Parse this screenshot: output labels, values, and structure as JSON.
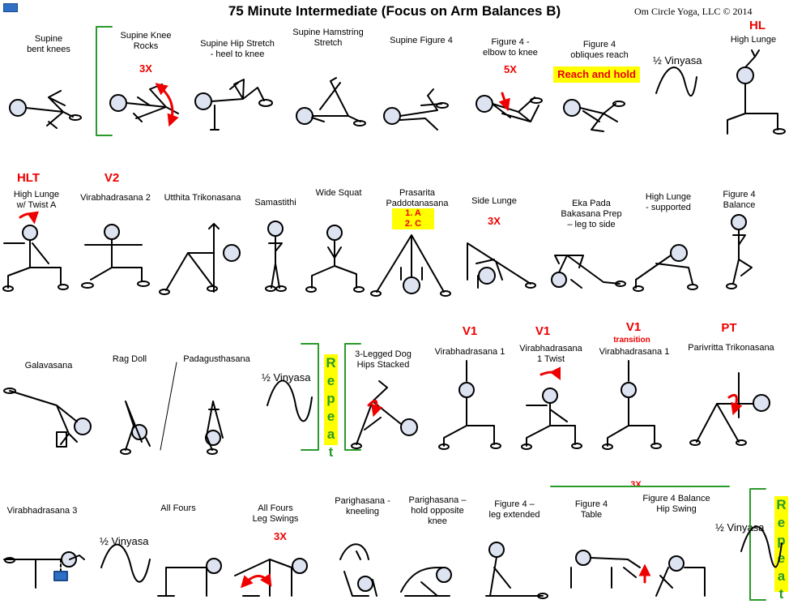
{
  "title": "75 Minute Intermediate (Focus on Arm Balances B)",
  "credit": "Om Circle Yoga, LLC © 2014",
  "row1": {
    "p1": "Supine\nbent knees",
    "p2": "Supine Knee\nRocks",
    "p2_count": "3X",
    "p3": "Supine Hip Stretch\n- heel to knee",
    "p4": "Supine Hamstring\nStretch",
    "p5": "Supine Figure 4",
    "p6": "Figure 4 -\nelbow to knee",
    "p6_count": "5X",
    "p7": "Figure 4\nobliques reach",
    "p7_note": "Reach and hold",
    "p8": "½ Vinyasa",
    "p9_code": "HL",
    "p9": "High Lunge"
  },
  "row2": {
    "p1_code": "HLT",
    "p1": "High Lunge\nw/ Twist A",
    "p2_code": "V2",
    "p2": "Virabhadrasana 2",
    "p3": "Utthita Trikonasana",
    "p4": "Samastithi",
    "p5": "Wide Squat",
    "p6": "Prasarita\nPaddotanasana",
    "p6_note": "1. A\n2. C",
    "p7": "Side Lunge",
    "p7_count": "3X",
    "p8": "Eka Pada\nBakasana Prep\n– leg to side",
    "p9": "High Lunge\n- supported",
    "p10": "Figure 4\nBalance"
  },
  "row3": {
    "p1": "Galavasana",
    "p2": "Rag Doll",
    "p3": "Padagusthasana",
    "p4": "½ Vinyasa",
    "repeat": "Repeat",
    "p5": "3-Legged Dog\nHips Stacked",
    "p6_code": "V1",
    "p6": "Virabhadrasana 1",
    "p7_code": "V1",
    "p7": "Virabhadrasana\n1 Twist",
    "p8_code": "V1",
    "p8_sub": "transition",
    "p8": "Virabhadrasana 1",
    "p9_code": "PT",
    "p9": "Parivritta Trikonasana"
  },
  "row4": {
    "p1": "Virabhadrasana 3",
    "p2": "½ Vinyasa",
    "p3": "All Fours",
    "p4": "All Fours\nLeg Swings",
    "p4_count": "3X",
    "p5": "Parighasana -\nkneeling",
    "p6": "Parighasana –\nhold opposite\nknee",
    "p7": "Figure 4 –\nleg extended",
    "p8": "Figure 4\nTable",
    "p9": "Figure 4 Balance\nHip Swing",
    "bracket_count": "3X",
    "p10": "½ Vinyasa",
    "repeat": "Repeat"
  },
  "colors": {
    "accent_red": "#ee0000",
    "highlight": "#ffff00",
    "bracket_green": "#2a9a2a",
    "block_blue": "#2f6fc6"
  }
}
